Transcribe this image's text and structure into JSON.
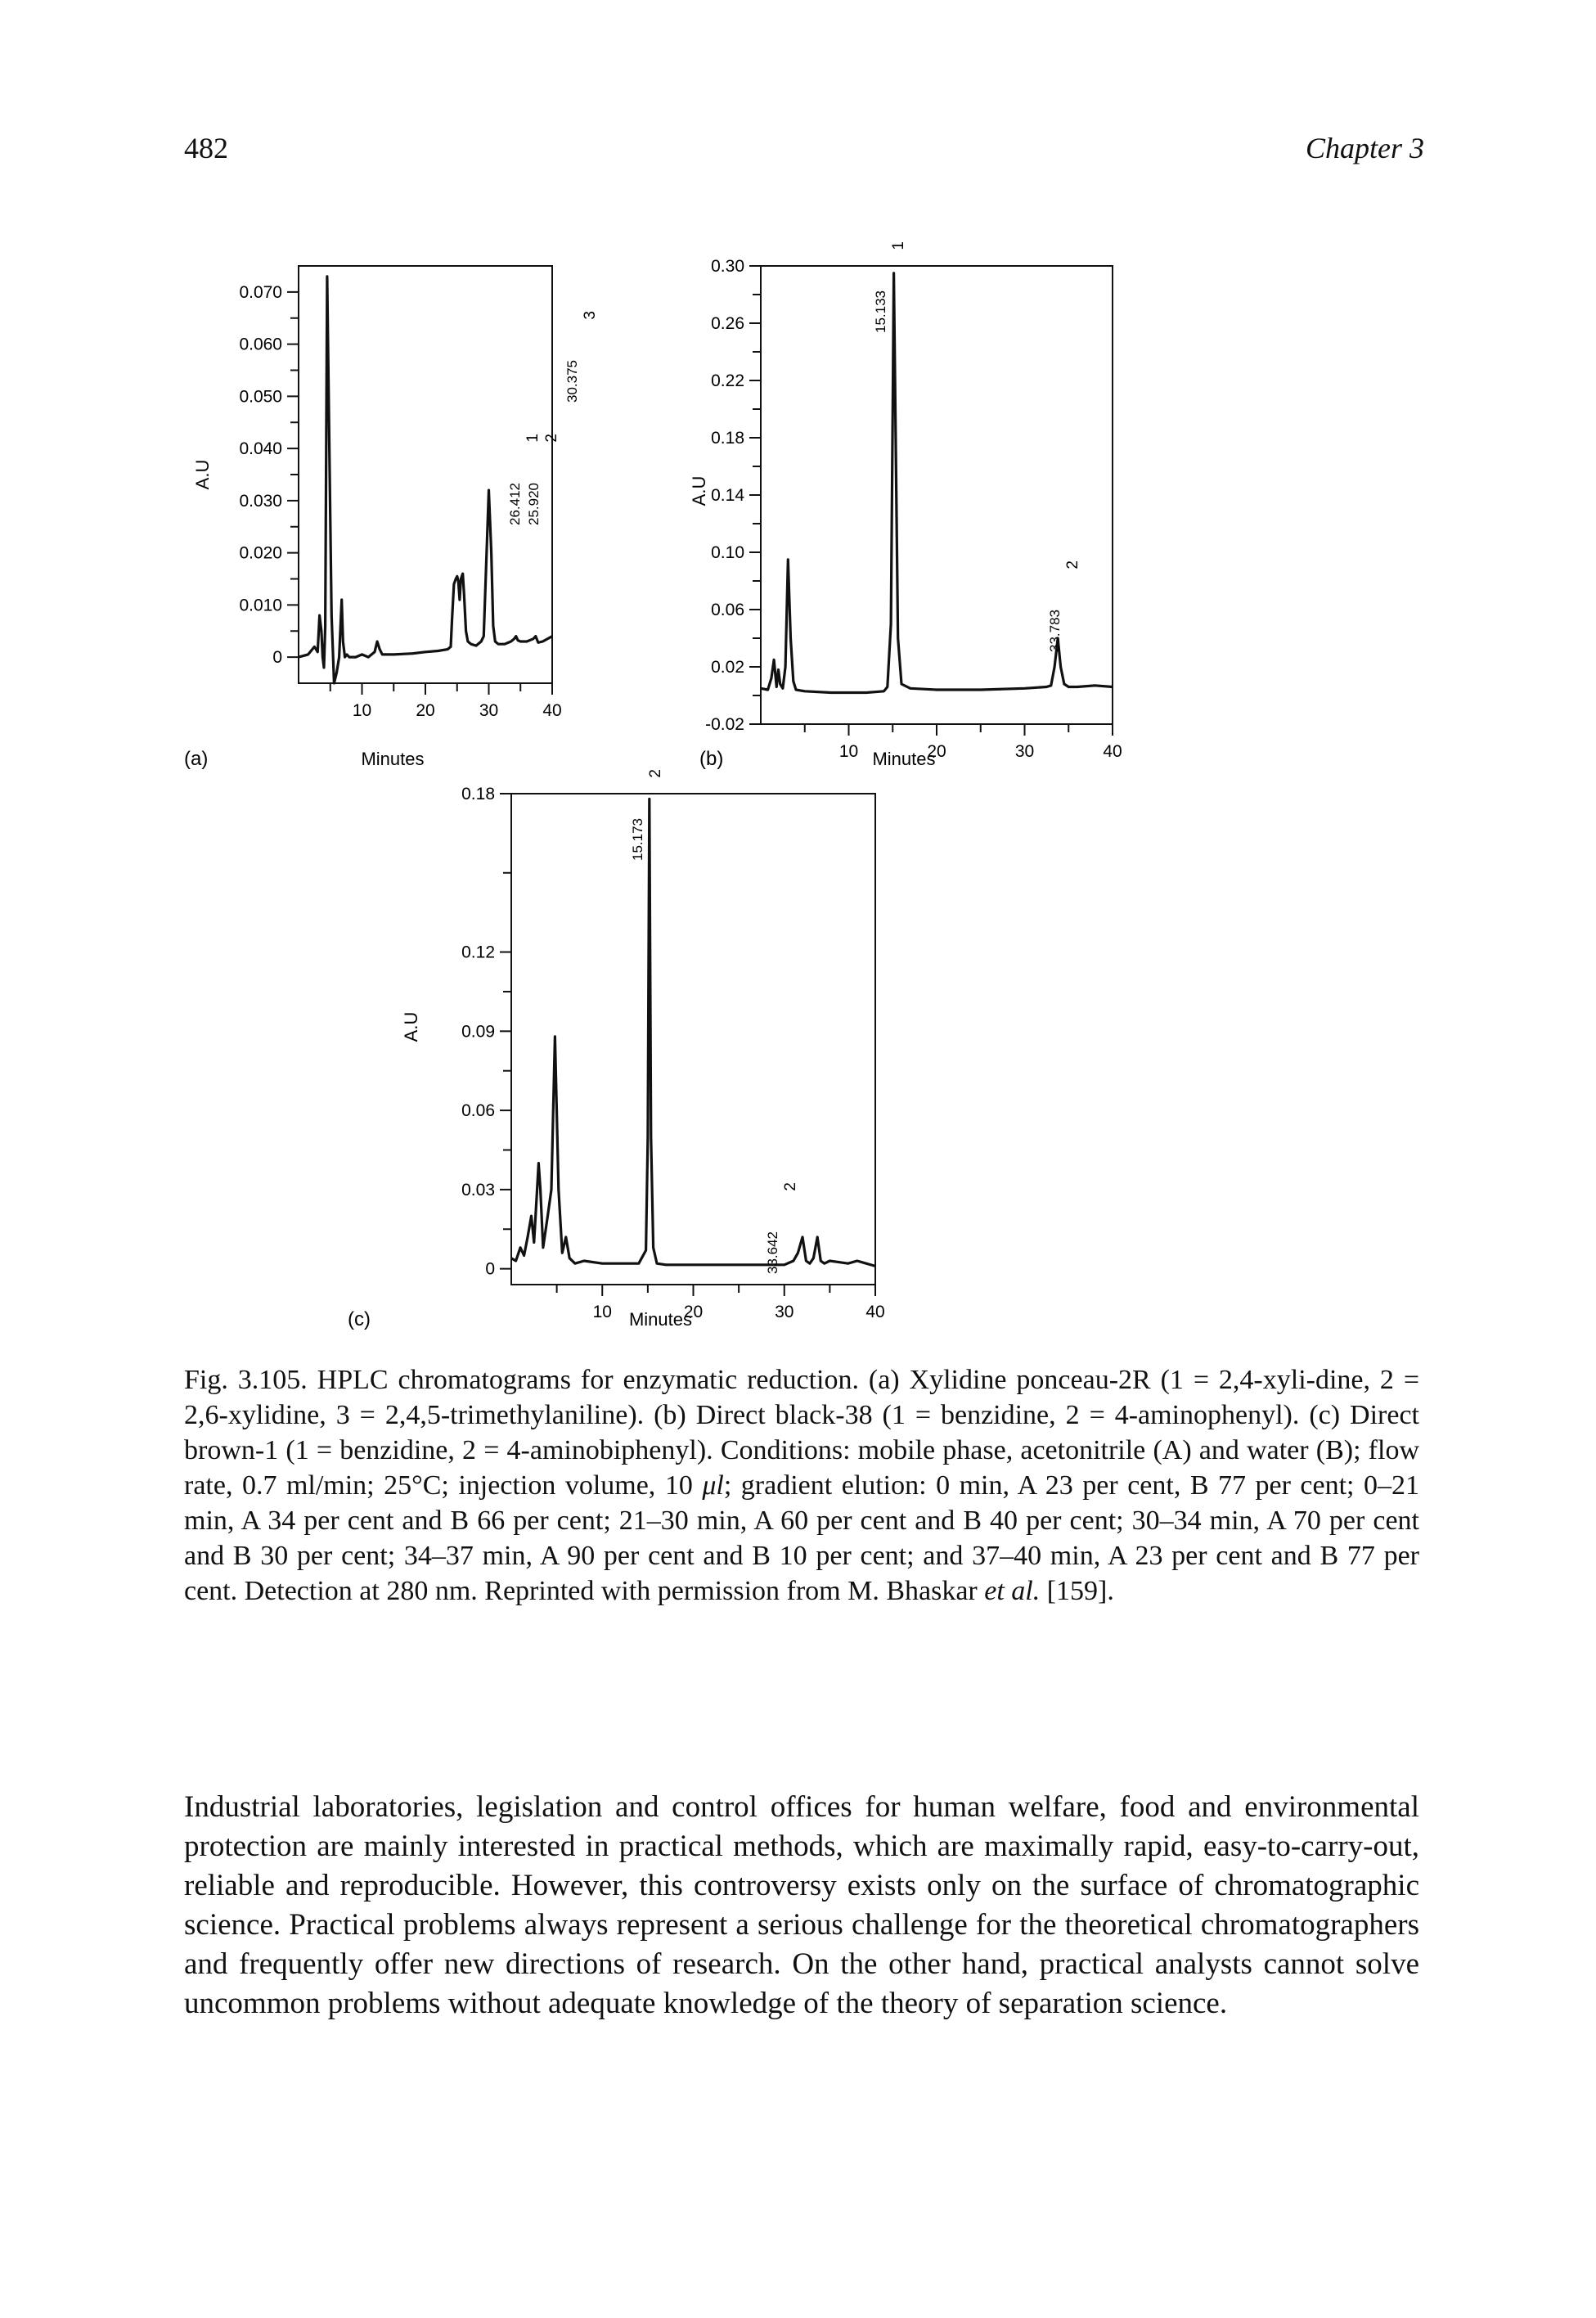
{
  "header": {
    "page_number": "482",
    "running_head": "Chapter 3"
  },
  "chart_data": [
    {
      "type": "line",
      "panel_label": "(a)",
      "xlabel": "Minutes",
      "ylabel": "A.U",
      "xlim": [
        0,
        40
      ],
      "ylim": [
        -0.005,
        0.075
      ],
      "x_ticks": [
        10,
        20,
        30,
        40
      ],
      "y_ticks": [
        0,
        0.01,
        0.02,
        0.03,
        0.04,
        0.05,
        0.06,
        0.07
      ],
      "y_tick_labels": [
        "0",
        "0.010",
        "0.020",
        "0.030",
        "0.040",
        "0.050",
        "0.060",
        "0.070"
      ],
      "series": [
        {
          "x": [
            0,
            1.5,
            2.5,
            3.0,
            3.3,
            3.6,
            3.8,
            4.0,
            4.2,
            4.5,
            4.8,
            5.2,
            5.6,
            6.0,
            6.4,
            6.8,
            7.0,
            7.3,
            7.6,
            8.0,
            9.0,
            10.0,
            11.0,
            12.0,
            12.4,
            12.8,
            13.2,
            15.0,
            18.0,
            20.0,
            22.0,
            23.5,
            24.0,
            24.2,
            24.5,
            24.8,
            25.0,
            25.2,
            25.4,
            25.6,
            25.9,
            26.1,
            26.4,
            26.7,
            27.2,
            28.0,
            28.8,
            29.2,
            29.6,
            30.0,
            30.4,
            30.7,
            31.0,
            31.5,
            32.5,
            33.5,
            34.0,
            34.3,
            34.6,
            35.0,
            36.0,
            37.0,
            37.4,
            37.8,
            38.5,
            40.0
          ],
          "y": [
            0.0,
            0.0005,
            0.002,
            0.001,
            0.008,
            0.005,
            0.0,
            -0.002,
            0.006,
            0.073,
            0.045,
            0.008,
            -0.006,
            -0.003,
            0.0,
            0.011,
            0.003,
            0.0,
            0.0005,
            0.0,
            0.0,
            0.0005,
            0.0,
            0.001,
            0.003,
            0.0015,
            0.0005,
            0.0005,
            0.0007,
            0.001,
            0.0012,
            0.0015,
            0.002,
            0.007,
            0.014,
            0.015,
            0.0155,
            0.0145,
            0.011,
            0.015,
            0.016,
            0.012,
            0.005,
            0.003,
            0.0025,
            0.0022,
            0.003,
            0.004,
            0.018,
            0.032,
            0.02,
            0.006,
            0.003,
            0.0025,
            0.0025,
            0.003,
            0.0035,
            0.004,
            0.0032,
            0.003,
            0.003,
            0.0035,
            0.004,
            0.0028,
            0.003,
            0.004
          ]
        }
      ],
      "peak_labels": [
        {
          "text": "26.412",
          "num": "1"
        },
        {
          "text": "25.920",
          "num": "2"
        },
        {
          "text": "30.375",
          "num": "3"
        }
      ]
    },
    {
      "type": "line",
      "panel_label": "(b)",
      "xlabel": "Minutes",
      "ylabel": "A.U",
      "xlim": [
        0,
        40
      ],
      "ylim": [
        -0.02,
        0.3
      ],
      "x_ticks": [
        10,
        20,
        30,
        40
      ],
      "y_ticks": [
        -0.02,
        0.02,
        0.06,
        0.1,
        0.14,
        0.18,
        0.22,
        0.26,
        0.3
      ],
      "y_tick_labels": [
        "-0.02",
        "0.02",
        "0.06",
        "0.10",
        "0.14",
        "0.18",
        "0.22",
        "0.26",
        "0.30"
      ],
      "series": [
        {
          "x": [
            0,
            0.8,
            1.2,
            1.5,
            1.8,
            2.0,
            2.2,
            2.5,
            2.8,
            3.1,
            3.4,
            3.7,
            4.0,
            5.0,
            8.0,
            12.0,
            14.0,
            14.4,
            14.8,
            15.0,
            15.13,
            15.3,
            15.6,
            16.0,
            17.0,
            20.0,
            25.0,
            30.0,
            32.5,
            33.0,
            33.4,
            33.78,
            34.1,
            34.5,
            35.0,
            36.0,
            38.0,
            40.0
          ],
          "y": [
            0.005,
            0.004,
            0.012,
            0.025,
            0.006,
            0.018,
            0.008,
            0.005,
            0.02,
            0.095,
            0.04,
            0.01,
            0.004,
            0.003,
            0.002,
            0.002,
            0.003,
            0.006,
            0.05,
            0.2,
            0.295,
            0.2,
            0.04,
            0.008,
            0.005,
            0.004,
            0.004,
            0.005,
            0.006,
            0.007,
            0.02,
            0.04,
            0.02,
            0.008,
            0.006,
            0.006,
            0.007,
            0.006
          ]
        }
      ],
      "peak_labels": [
        {
          "text": "15.133",
          "num": "1"
        },
        {
          "text": "33.783",
          "num": "2"
        }
      ]
    },
    {
      "type": "line",
      "panel_label": "(c)",
      "xlabel": "Minutes",
      "ylabel": "A.U",
      "xlim": [
        0,
        40
      ],
      "ylim": [
        -0.006,
        0.18
      ],
      "x_ticks": [
        10,
        20,
        30,
        40
      ],
      "y_ticks": [
        0,
        0.03,
        0.06,
        0.09,
        0.12,
        0.18
      ],
      "y_tick_labels": [
        "0",
        "0.03",
        "0.06",
        "0.09",
        "0.12",
        "0.18"
      ],
      "series": [
        {
          "x": [
            0,
            0.5,
            1.0,
            1.4,
            1.8,
            2.2,
            2.5,
            2.8,
            3.0,
            3.2,
            3.5,
            4.0,
            4.4,
            4.8,
            5.2,
            5.6,
            6.0,
            6.4,
            7.0,
            8.0,
            10.0,
            12.0,
            14.0,
            14.8,
            15.0,
            15.17,
            15.35,
            15.6,
            16.0,
            17.0,
            20.0,
            25.0,
            30.0,
            31.0,
            31.5,
            32.0,
            32.4,
            32.8,
            33.2,
            33.64,
            34.0,
            34.4,
            35.0,
            36.0,
            37.0,
            38.0,
            39.0,
            40.0
          ],
          "y": [
            0.004,
            0.003,
            0.008,
            0.005,
            0.012,
            0.02,
            0.01,
            0.028,
            0.04,
            0.03,
            0.008,
            0.02,
            0.03,
            0.088,
            0.03,
            0.006,
            0.012,
            0.004,
            0.002,
            0.003,
            0.002,
            0.002,
            0.002,
            0.007,
            0.05,
            0.178,
            0.05,
            0.008,
            0.002,
            0.0015,
            0.0015,
            0.0015,
            0.0015,
            0.003,
            0.006,
            0.012,
            0.003,
            0.002,
            0.004,
            0.012,
            0.003,
            0.002,
            0.003,
            0.0025,
            0.002,
            0.003,
            0.002,
            0.001
          ]
        }
      ],
      "peak_labels": [
        {
          "text": "15.173",
          "num": "2"
        },
        {
          "text": "33.642",
          "num": "2"
        }
      ]
    }
  ],
  "caption": {
    "p1": "Fig. 3.105. HPLC chromatograms for enzymatic reduction. (a) Xylidine ponceau-2R (1 = 2,4-xyli-dine, 2 = 2,6-xylidine, 3 = 2,4,5-trimethylaniline). (b) Direct black-38 (1 = benzidine, 2 = 4-aminophenyl). (c) Direct brown-1 (1 = benzidine, 2 = 4-aminobiphenyl). Conditions: mobile phase, acetonitrile (A) and water (B); flow rate, 0.7 ml/min; 25°C; injection volume, 10 ",
    "mu": "μl",
    "p2": "; gradient elution: 0 min, A 23 per cent, B 77 per cent; 0–21 min, A 34 per cent and B 66 per cent; 21–30 min, A 60 per cent and B 40 per cent; 30–34 min, A 70 per cent and B 30 per cent; 34–37 min, A 90 per cent and B 10 per cent; and 37–40 min, A 23 per cent and B 77 per cent. Detection at 280 nm. Reprinted with permission from M. Bhaskar ",
    "etal": "et al.",
    "p3": " [159]."
  },
  "body_paragraph": "Industrial laboratories, legislation and control offices for human welfare, food and environmental protection are mainly interested in practical methods, which are maximally rapid, easy-to-carry-out, reliable and reproducible. However, this controversy exists only on the surface of chromatographic science. Practical problems always represent a serious challenge for the theoretical chromatographers and frequently offer new directions of research. On the other hand, practical analysts cannot solve uncommon problems without adequate knowledge of the theory of separation science."
}
